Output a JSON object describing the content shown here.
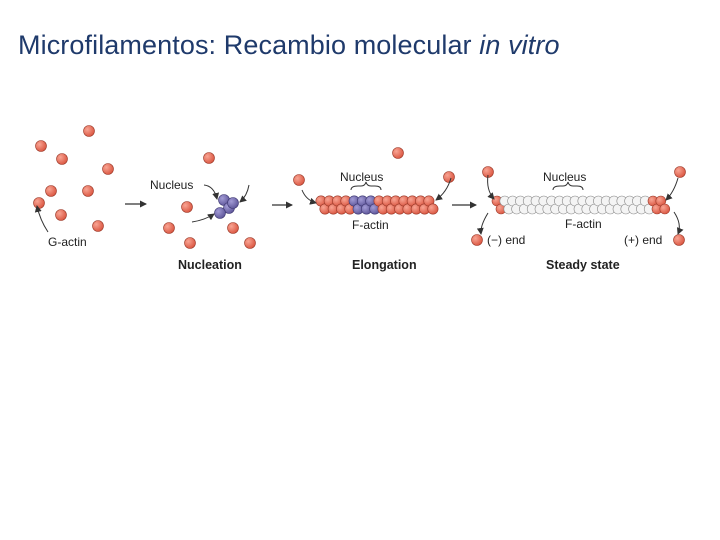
{
  "slide": {
    "title_main": "Microfilamentos: Recambio molecular ",
    "title_italic": "in vitro"
  },
  "diagram": {
    "labels": {
      "g_actin": "G-actin",
      "nucleus_1": "Nucleus",
      "nucleus_2": "Nucleus",
      "nucleus_3": "Nucleus",
      "f_actin_1": "F-actin",
      "f_actin_2": "F-actin",
      "minus_end": "(−) end",
      "plus_end": "(+) end"
    },
    "stages": {
      "nucleation": "Nucleation",
      "elongation": "Elongation",
      "steady_state": "Steady state"
    },
    "colors": {
      "g_actin": "#e8735e",
      "nucleus": "#7d74b8",
      "steady_filament": "#f4f4f4",
      "title": "#1f3a6b"
    }
  }
}
